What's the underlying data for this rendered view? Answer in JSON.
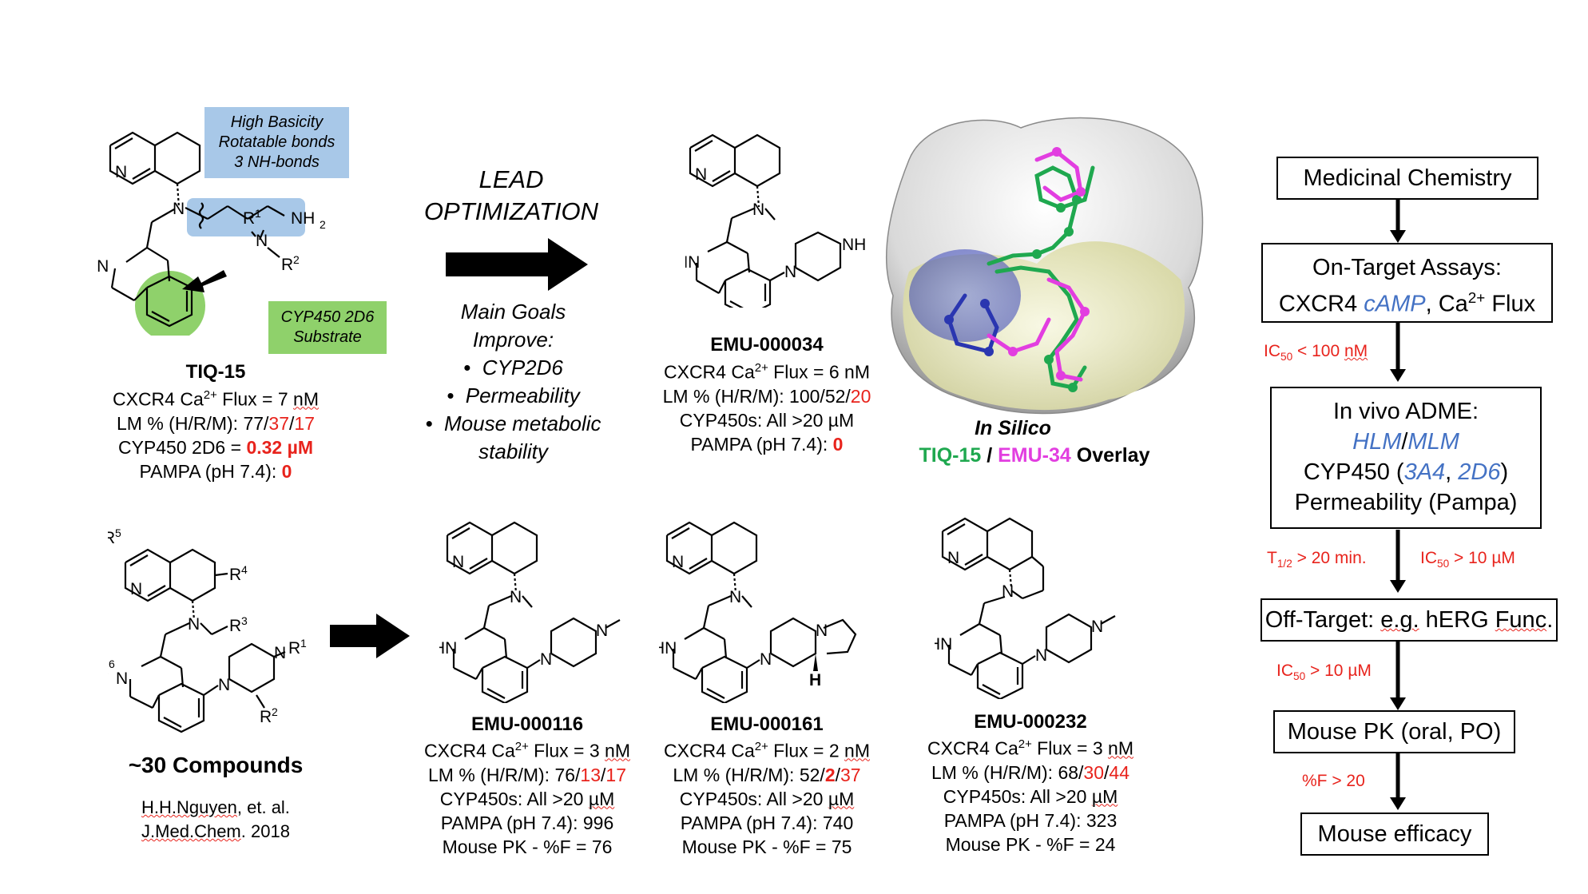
{
  "tiq15": {
    "annotation_basicity": [
      "High Basicity",
      "Rotatable bonds",
      "3 NH-bonds"
    ],
    "annotation_cyp": [
      "CYP450 2D6",
      "Substrate"
    ],
    "name": "TIQ-15",
    "flux": {
      "pre": "CXCR4 Ca",
      "sup": "2+",
      "post": " Flux = 7 ",
      "unit": "nM"
    },
    "lm": {
      "pre": "LM % (H/R/M): 77/",
      "r": "37",
      "slash": "/",
      "m": "17"
    },
    "cyp": {
      "pre": "CYP450 2D6 = ",
      "val": "0.32 µM"
    },
    "pampa": {
      "pre": "PAMPA (pH 7.4): ",
      "val": "0"
    },
    "atoms": {
      "N": "N",
      "HN": "HN",
      "NH2": "NH",
      "sub2": "2",
      "R1": "R",
      "R1n": "1",
      "R2": "R",
      "R2n": "2"
    }
  },
  "lead": {
    "title1": "LEAD",
    "title2": "OPTIMIZATION",
    "goals": [
      "Main Goals",
      "Improve:"
    ],
    "bullets": [
      "CYP2D6",
      "Permeability",
      "Mouse metabolic",
      "stability"
    ],
    "bullet_char": "•"
  },
  "emu34": {
    "name": "EMU-000034",
    "flux": {
      "pre": "CXCR4 Ca",
      "sup": "2+",
      "post": " Flux = 6 nM"
    },
    "lm": {
      "pre": "LM % (H/R/M): 100/52/",
      "m": "20"
    },
    "cyp": "CYP450s: All >20 µM",
    "pampa": {
      "pre": "PAMPA (pH 7.4): ",
      "val": "0"
    }
  },
  "insilico": {
    "title": "In Silico",
    "a": "TIQ-15",
    "sep": " / ",
    "b": "EMU-34",
    "c": " Overlay"
  },
  "general": {
    "count": "~30 Compounds",
    "ref1": "H.H.Nguyen",
    "ref1b": ", et. al.",
    "ref2a": "J.Med.Chem",
    "ref2b": ". 2018",
    "labels": {
      "R5": "R",
      "R5n": "5",
      "R4": "R",
      "R4n": "4",
      "R3": "R",
      "R3n": "3",
      "R6": "R",
      "R6n": "6",
      "R1": "R",
      "R1n": "1",
      "R2": "R",
      "R2n": "2"
    }
  },
  "emu116": {
    "name": "EMU-000116",
    "flux": {
      "pre": "CXCR4 Ca",
      "sup": "2+",
      "post": " Flux = 3 ",
      "unit": "nM"
    },
    "lm": {
      "pre": "LM % (H/R/M): 76/",
      "r": "13",
      "slash": "/",
      "m": "17"
    },
    "cyp": {
      "pre": "CYP450s: All >20 ",
      "unit": "µM"
    },
    "pampa": "PAMPA (pH 7.4): 996",
    "pk": "Mouse PK - %F = 76"
  },
  "emu161": {
    "name": "EMU-000161",
    "flux": {
      "pre": "CXCR4 Ca",
      "sup": "2+",
      "post": " Flux = 2 ",
      "unit": "nM"
    },
    "lm": {
      "pre": "LM % (H/R/M): 52/",
      "r": "2",
      "slash": "/",
      "m": "37"
    },
    "cyp": {
      "pre": "CYP450s: All >20 ",
      "unit": "µM"
    },
    "pampa": "PAMPA (pH 7.4): 740",
    "pk": "Mouse PK - %F = 75",
    "h": "H"
  },
  "emu232": {
    "name": "EMU-000232",
    "flux": {
      "pre": "CXCR4 Ca",
      "sup": "2+",
      "post": " Flux = 3 ",
      "unit": "nM"
    },
    "lm": {
      "pre": "LM % (H/R/M): 68/",
      "r": "30",
      "slash": "/",
      "m": "44"
    },
    "cyp": {
      "pre": "CYP450s: All >20 ",
      "unit": "µM"
    },
    "pampa": "PAMPA (pH 7.4): 323",
    "pk": "Mouse PK - %F = 24"
  },
  "flow": {
    "step1": "Medicinal Chemistry",
    "step2_l1": "On-Target Assays:",
    "step2_l2a": "CXCR4 ",
    "step2_l2b": "cAMP",
    "step2_l2c": ", Ca",
    "step2_l2sup": "2+",
    "step2_l2d": " Flux",
    "crit1": {
      "pre": "IC",
      "sub": "50",
      "post": " < 100 ",
      "unit": "nM"
    },
    "step3_l1": "In vivo ADME:",
    "step3_hlm": "HLM",
    "step3_slash": "/",
    "step3_mlm": "MLM",
    "step3_cyp_pre": "CYP450 (",
    "step3_3a4": "3A4",
    "step3_comma": ", ",
    "step3_2d6": "2D6",
    "step3_cyp_post": ")",
    "step3_perm": "Permeability (Pampa)",
    "crit2a": {
      "pre": "T",
      "sub": "1/2",
      "post": " > 20 min."
    },
    "crit2b": {
      "pre": "IC",
      "sub": "50",
      "post": " > 10 µM"
    },
    "step4_pre": "Off-Target: ",
    "step4_eg": "e.g.",
    "step4_mid": " hERG ",
    "step4_func": "Func",
    "step4_post": ".",
    "crit3": {
      "pre": "IC",
      "sub": "50",
      "post": " > 10 µM"
    },
    "step5": "Mouse PK (oral, PO)",
    "crit4": "%F > 20",
    "step6": "Mouse efficacy"
  },
  "colors": {
    "red": "#e8231c",
    "blue_box": "#a8c8e8",
    "green_box": "#8fd16b",
    "green_text": "#1fa84f",
    "magenta_text": "#e23ee0",
    "flow_blue": "#4472c4"
  }
}
